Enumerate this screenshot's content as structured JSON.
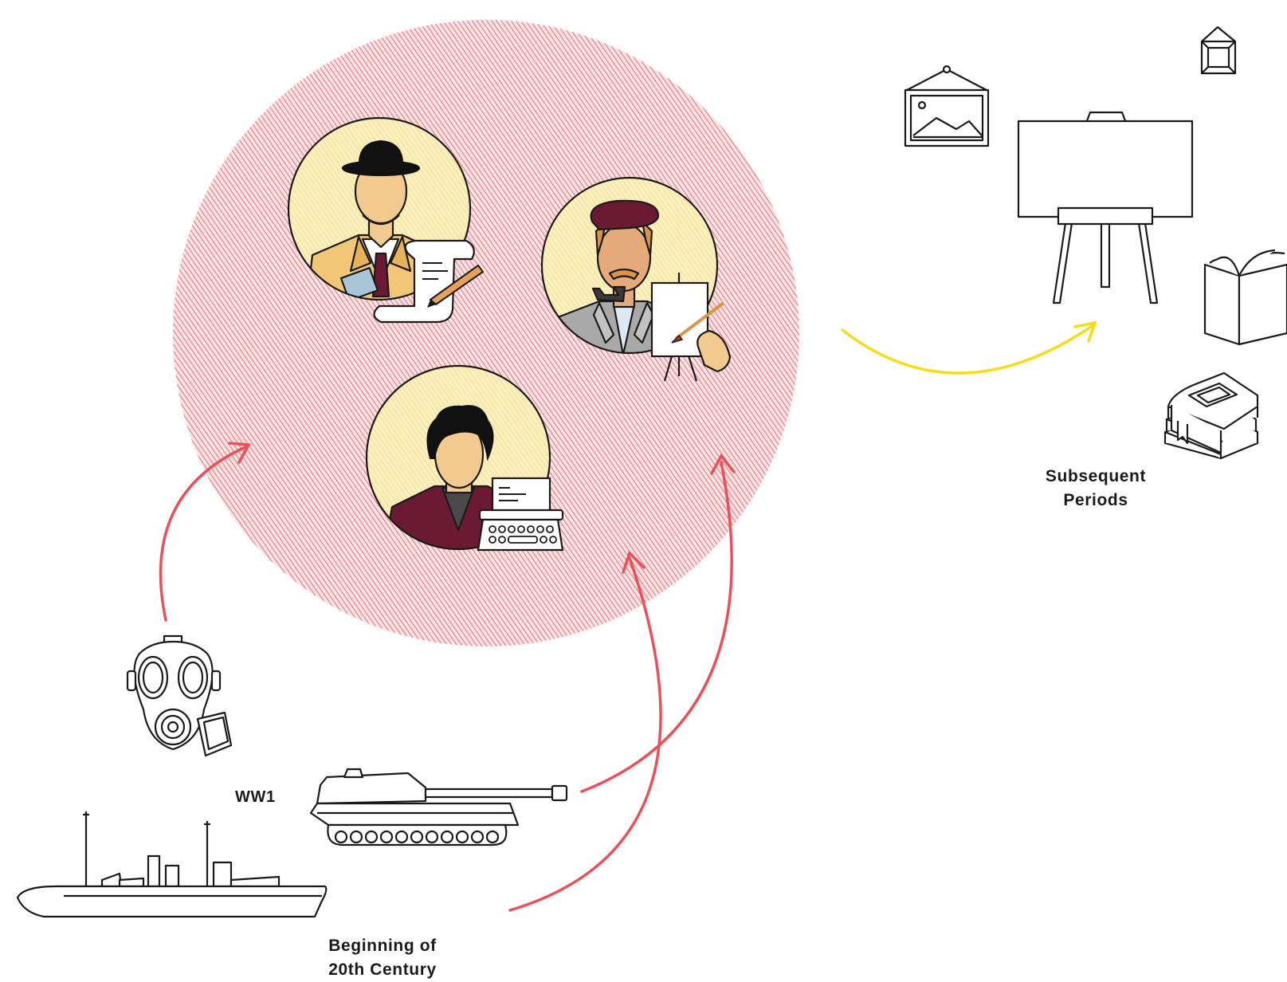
{
  "labels": {
    "ww1": "WW1",
    "beginning": [
      "Beginning of",
      "20th Century"
    ],
    "subsequent": [
      "Subsequent",
      "Periods"
    ]
  },
  "colors": {
    "influence_circle": "#e8505b",
    "portrait_bg": "#f7e39a",
    "arrow_red": "#e8505b",
    "arrow_yellow": "#f5dd1e",
    "outline": "#1a1a1a",
    "skin": "#f2c98f",
    "maroon": "#6b1a33",
    "jacket_tan": "#f1c676",
    "jacket_grey": "#a9a9a9"
  },
  "icons": [
    "influence-circle",
    "writer-portrait-icon",
    "painter-portrait-icon",
    "author-portrait-icon",
    "gas-mask-icon",
    "battleship-icon",
    "tank-icon",
    "framed-picture-icon",
    "small-frame-icon",
    "easel-icon",
    "open-book-icon",
    "book-stack-icon"
  ]
}
